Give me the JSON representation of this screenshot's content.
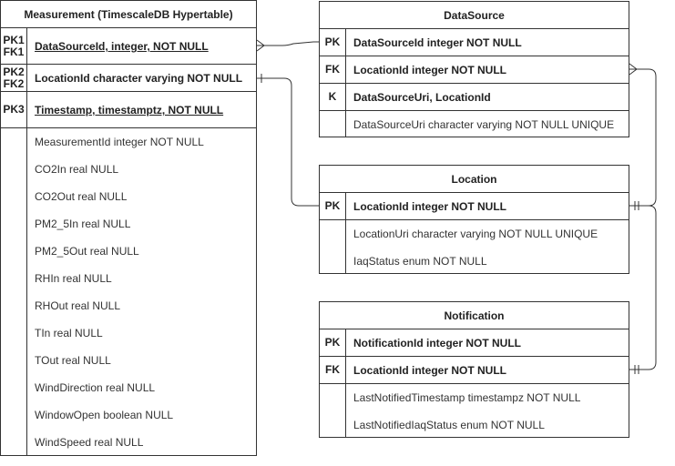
{
  "measurement": {
    "title": "Measurement (TimescaleDB Hypertable)",
    "key_rows": [
      {
        "key1": "PK1",
        "key2": "FK1",
        "text": "DataSourceId, integer, NOT NULL"
      },
      {
        "key1": "PK2",
        "key2": "FK2",
        "text": "LocationId character varying NOT NULL"
      },
      {
        "key1": "PK3",
        "key2": "",
        "text": "Timestamp, timestamptz, NOT NULL"
      }
    ],
    "fields": [
      "MeasurementId integer NOT NULL",
      "CO2In real NULL",
      "CO2Out real NULL",
      "PM2_5In real NULL",
      "PM2_5Out real NULL",
      "RHIn real NULL",
      "RHOut real NULL",
      "TIn real NULL",
      "TOut real NULL",
      "WindDirection real NULL",
      "WindowOpen boolean NULL",
      "WindSpeed real NULL"
    ]
  },
  "datasource": {
    "title": "DataSource",
    "rows": [
      {
        "key": "PK",
        "text": "DataSourceId integer NOT NULL"
      },
      {
        "key": "FK",
        "text": "LocationId integer NOT NULL"
      },
      {
        "key": "K",
        "text": "DataSourceUri, LocationId"
      },
      {
        "key": "",
        "text": "DataSourceUri character varying NOT NULL UNIQUE"
      }
    ]
  },
  "location": {
    "title": "Location",
    "rows": [
      {
        "key": "PK",
        "text": "LocationId integer NOT NULL"
      }
    ],
    "fields": [
      "LocationUri character varying NOT NULL UNIQUE",
      "IaqStatus enum NOT NULL"
    ]
  },
  "notification": {
    "title": "Notification",
    "rows": [
      {
        "key": "PK",
        "text": "NotificationId integer NOT NULL"
      },
      {
        "key": "FK",
        "text": "LocationId integer NOT NULL"
      }
    ],
    "fields": [
      "LastNotifiedTimestamp timestampz NOT NULL",
      "LastNotifiedIaqStatus enum NOT NULL"
    ]
  }
}
